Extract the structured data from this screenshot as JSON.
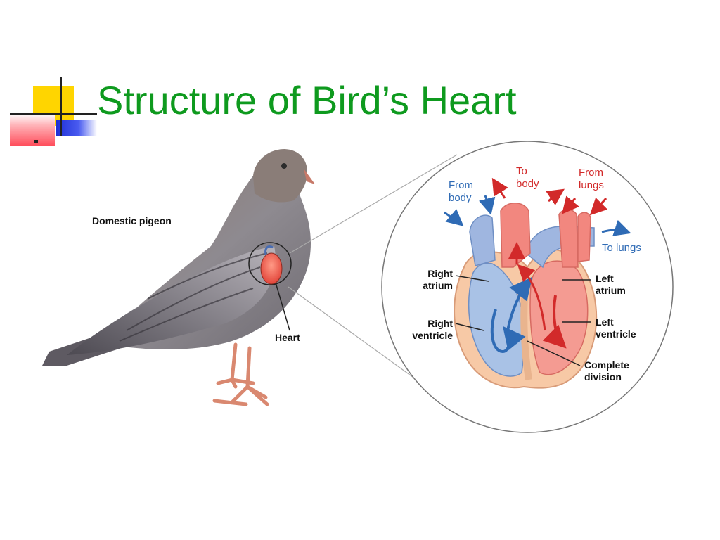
{
  "slide": {
    "title": "Structure of Bird’s Heart"
  },
  "labels": {
    "bird": "Domestic pigeon",
    "heart": "Heart",
    "right_atrium": "Right\natrium",
    "right_ventricle": "Right\nventricle",
    "left_atrium": "Left\natrium",
    "left_ventricle": "Left\nventricle",
    "complete_division": "Complete\ndivision"
  },
  "flow_labels": {
    "from_body": "From\nbody",
    "to_body": "To\nbody",
    "from_lungs": "From\nlungs",
    "to_lungs": "To lungs"
  },
  "colors": {
    "title": "#0e9a1e",
    "deoxygenated": "#2f6bb5",
    "oxygenated": "#d22a2a"
  }
}
